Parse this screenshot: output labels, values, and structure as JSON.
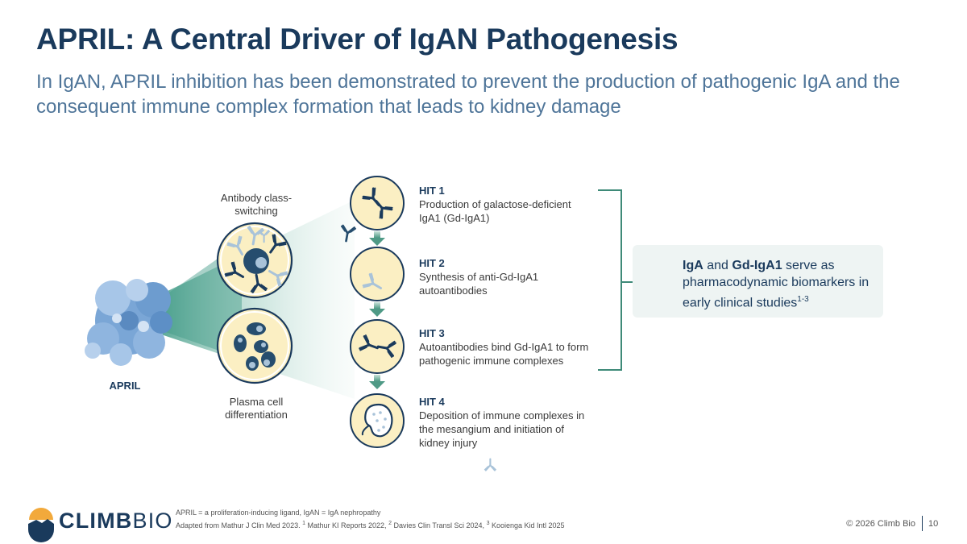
{
  "header": {
    "title": "APRIL: A Central Driver of IgAN Pathogenesis",
    "subtitle": "In IgAN, APRIL inhibition has been demonstrated to prevent the production of pathogenic IgA and the consequent immune complex formation that leads to kidney damage"
  },
  "diagram": {
    "april_label": "APRIL",
    "class_switch_label": "Antibody class-switching",
    "plasma_label": "Plasma cell differentiation",
    "hits": [
      {
        "title": "HIT 1",
        "text": "Production of galactose-deficient IgA1 (Gd-IgA1)"
      },
      {
        "title": "HIT 2",
        "text": "Synthesis of anti-Gd-IgA1 autoantibodies"
      },
      {
        "title": "HIT 3",
        "text": "Autoantibodies bind Gd-IgA1 to form pathogenic immune complexes"
      },
      {
        "title": "HIT 4",
        "text": "Deposition of immune complexes in the mesangium and initiation of kidney injury"
      }
    ],
    "biomarker": {
      "part1": "IgA",
      "part2": " and ",
      "part3": "Gd-IgA1",
      "part4": " serve as pharmacodynamic biomarkers in early clinical studies",
      "sup": "1-3"
    }
  },
  "footer": {
    "abbrev": "APRIL = a proliferation-inducing ligand, IgAN = IgA nephropathy",
    "ref_prefix": "Adapted from Mathur J Clin Med 2023.",
    "ref1_sup": "1",
    "ref1": " Mathur KI Reports 2022,",
    "ref2_sup": "2",
    "ref2": " Davies Clin Transl Sci 2024,",
    "ref3_sup": "3",
    "ref3": " Kooienga Kid Intl 2025",
    "logo_climb": "CLIMB",
    "logo_bio": "BIO",
    "copyright": "© 2026 Climb Bio",
    "page_number": "10"
  },
  "colors": {
    "navy": "#1a3a5c",
    "subtitle_blue": "#4f7599",
    "teal": "#3e8a78",
    "cell_fill": "#fbefc3",
    "protein_blue": "#7aa6d6",
    "logo_gold": "#f2a93b"
  },
  "icons": [
    "antibody-icon",
    "small-antibody-icon",
    "immune-complex-icon",
    "kidney-icon",
    "b-cell-icon",
    "plasma-cells-icon",
    "april-protein-icon",
    "down-arrow-icon",
    "bracket-icon",
    "climbbio-logo-icon"
  ]
}
